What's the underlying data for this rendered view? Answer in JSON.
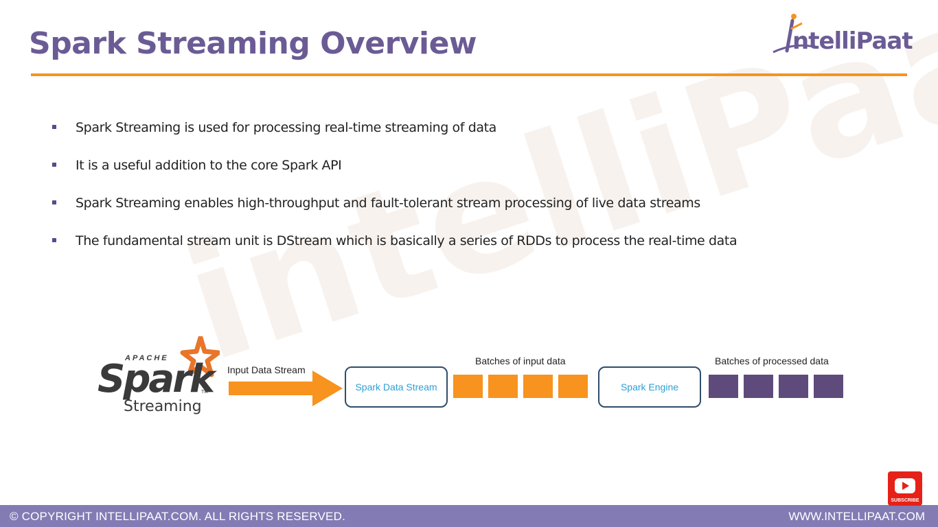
{
  "watermark": "intelliPaat",
  "header": {
    "title": "Spark Streaming Overview",
    "logo_text": "ntelliPaat"
  },
  "bullets": [
    "Spark Streaming is used for processing real-time streaming of data",
    "It is a useful addition to the core Spark API",
    "Spark Streaming enables high-throughput and fault-tolerant stream processing of live data streams",
    "The fundamental stream unit is DStream which is basically a series of RDDs to process the real-time data"
  ],
  "diagram": {
    "spark_logo": {
      "apache": "APACHE",
      "spark": "Spark",
      "tm": "TM",
      "streaming": "Streaming"
    },
    "arrow_label": "Input Data Stream",
    "box1": "Spark Data Stream",
    "batches_input_label": "Batches of input data",
    "box2": "Spark Engine",
    "batches_processed_label": "Batches of processed data",
    "input_batch_count": 4,
    "processed_batch_count": 4,
    "colors": {
      "input_batch": "#f7931e",
      "processed_batch": "#5e4b7c",
      "arrow": "#f7931e",
      "box_text": "#2e9fd6"
    }
  },
  "subscribe": {
    "label": "SUBSCRIBE",
    "icon": "play-icon"
  },
  "footer": {
    "copyright": "© COPYRIGHT  INTELLIPAAT.COM. ALL RIGHTS RESERVED.",
    "website": "WWW.INTELLIPAAT.COM"
  },
  "colors": {
    "title": "#6b5b95",
    "accent": "#f7931e",
    "footer_bg": "#837bb4"
  }
}
